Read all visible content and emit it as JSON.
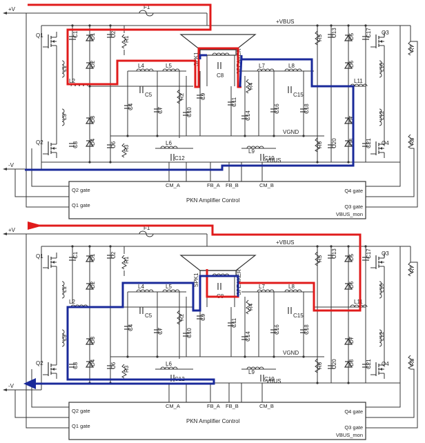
{
  "colors": {
    "positive_path": "#e01b1b",
    "negative_path": "#1a2a9a",
    "wire": "#333333"
  },
  "rails": {
    "plus_v": "+V",
    "minus_v": "-V",
    "vbus_pos": "+VBUS",
    "vbus_neg": "-VBUS",
    "vgnd": "VGND"
  },
  "fuse": "F1",
  "speaker": {
    "spk": "SPK1",
    "name": "SPEAKER"
  },
  "transistors": [
    "Q1",
    "Q2",
    "Q3",
    "Q4"
  ],
  "inductors": [
    "L1",
    "L2",
    "L3",
    "L4",
    "L5",
    "L6",
    "L7",
    "L8",
    "L9",
    "L10",
    "L11",
    "L12"
  ],
  "diodes": [
    "D1",
    "D2",
    "D3",
    "D4",
    "D5",
    "D6",
    "D7",
    "D8"
  ],
  "capacitors": [
    "C1",
    "C2",
    "C3",
    "C4",
    "C5",
    "C6",
    "C7",
    "C8",
    "C9",
    "C10",
    "C11",
    "C12",
    "C13",
    "C14",
    "C15",
    "C16",
    "C17",
    "C18",
    "C19",
    "C20",
    "C21"
  ],
  "resistors": [
    "R1",
    "R2",
    "R3",
    "R4",
    "R5",
    "R6",
    "R7",
    "R8"
  ],
  "control": {
    "title": "PKN Amplifier Control",
    "pins_left": [
      "Q2 gate",
      "Q1 gate"
    ],
    "pins_right": [
      "Q4 gate",
      "Q3 gate",
      "VBUS_mon"
    ],
    "pins_top": [
      "CM_A",
      "FB_A",
      "FB_B",
      "CM_B"
    ]
  }
}
